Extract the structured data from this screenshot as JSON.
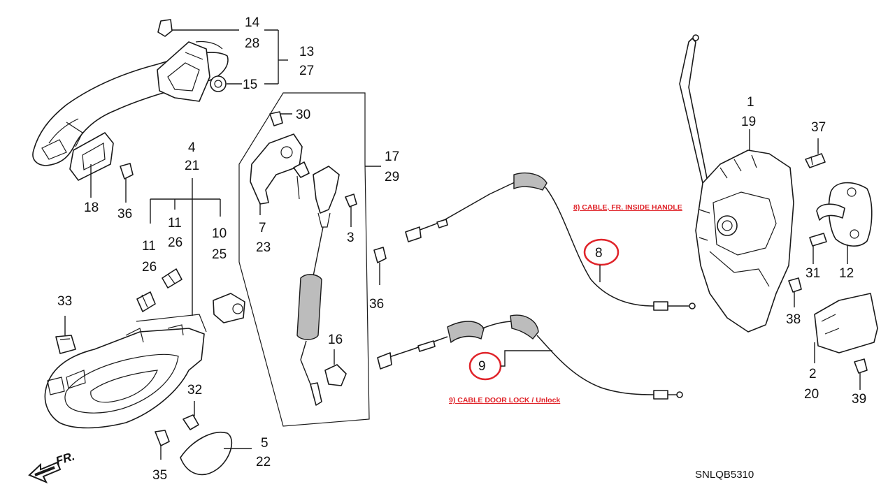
{
  "diagram": {
    "code": "SNLQB5310",
    "direction_label": "FR.",
    "callouts": {
      "c14": "14",
      "c28": "28",
      "c13": "13",
      "c27": "27",
      "c15": "15",
      "c18": "18",
      "c36a": "36",
      "c4": "4",
      "c21": "21",
      "c11a": "11",
      "c26a": "26",
      "c11b": "11",
      "c26b": "26",
      "c10": "10",
      "c25": "25",
      "c33": "33",
      "c30": "30",
      "c7": "7",
      "c23": "23",
      "c3": "3",
      "c17": "17",
      "c29": "29",
      "c36b": "36",
      "c16": "16",
      "c32": "32",
      "c35": "35",
      "c5": "5",
      "c22": "22",
      "c1": "1",
      "c19": "19",
      "c37": "37",
      "c31": "31",
      "c12": "12",
      "c38": "38",
      "c2": "2",
      "c20": "20",
      "c39": "39"
    },
    "annotations": {
      "cable8_num": "8",
      "cable8_text": "8) CABLE, FR. INSIDE HANDLE",
      "cable9_num": "9",
      "cable9_text": "9) CABLE DOOR LOCK / Unlock"
    },
    "colors": {
      "annotation": "#e0242a",
      "ink": "#1a1a1a",
      "rubber_fill": "#bcbcbc"
    }
  }
}
